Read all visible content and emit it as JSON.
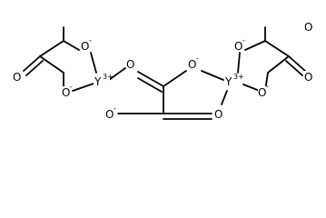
{
  "molecule": {
    "atoms": [
      {
        "label": "O",
        "charge": "-"
      },
      {
        "label": "O",
        "charge": ""
      },
      {
        "label": "Y",
        "charge": "3+"
      },
      {
        "label": "O",
        "charge": "-"
      },
      {
        "label": "O",
        "charge": ""
      },
      {
        "label": "O",
        "charge": "-"
      },
      {
        "label": "O",
        "charge": "-"
      },
      {
        "label": "O",
        "charge": ""
      },
      {
        "label": "O",
        "charge": "-"
      },
      {
        "label": "Y",
        "charge": "3+"
      },
      {
        "label": "O",
        "charge": ""
      },
      {
        "label": "O",
        "charge": "-"
      },
      {
        "label": "O",
        "charge": ""
      }
    ]
  }
}
